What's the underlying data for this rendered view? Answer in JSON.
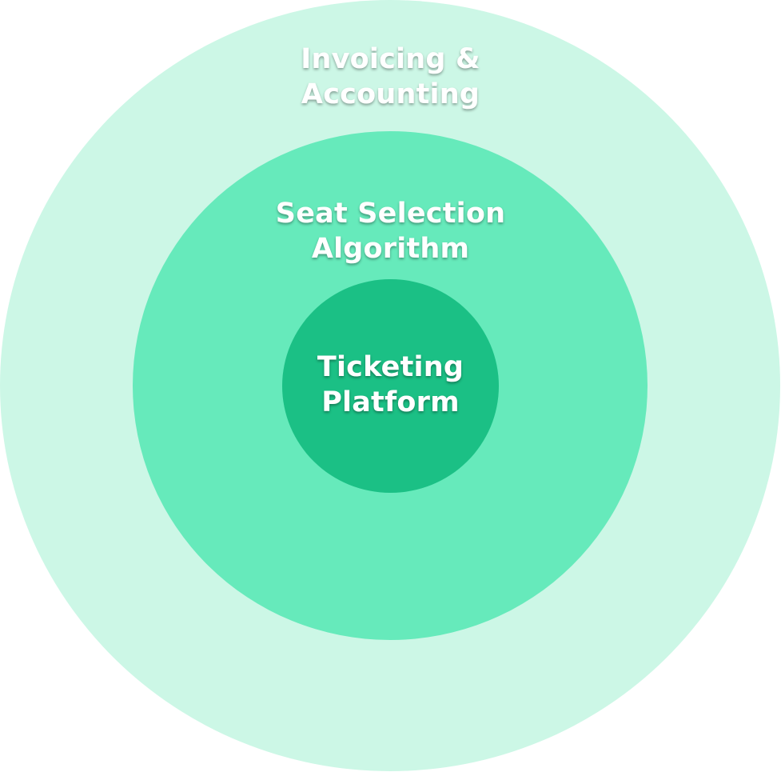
{
  "diagram": {
    "layers": [
      {
        "id": "outer",
        "lines": [
          "Invoicing &",
          "Accounting"
        ],
        "color": "#ccf7e6"
      },
      {
        "id": "middle",
        "lines": [
          "Seat Selection",
          "Algorithm"
        ],
        "color": "#66eabb"
      },
      {
        "id": "inner",
        "lines": [
          "Ticketing",
          "Platform"
        ],
        "color": "#1bc085"
      }
    ]
  }
}
